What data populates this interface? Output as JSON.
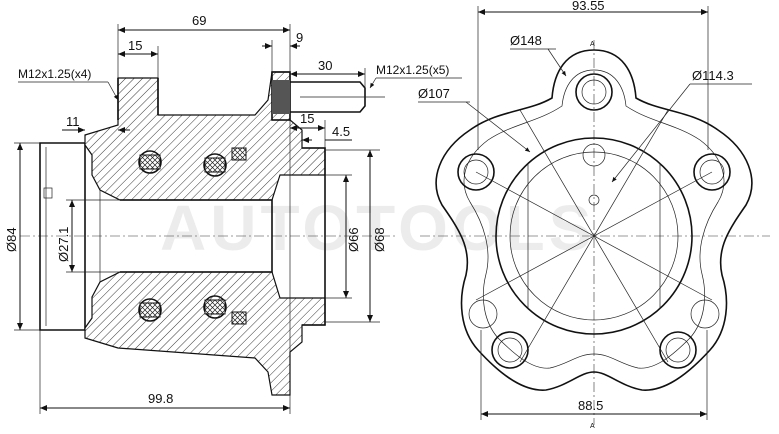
{
  "watermark": "AUTOTOOLS",
  "side_view": {
    "dim_69": "69",
    "dim_15": "15",
    "dim_9": "9",
    "dim_30": "30",
    "thread_left": "M12x1.25(x4)",
    "thread_right": "M12x1.25(x5)",
    "dim_11": "11",
    "dim_15b": "15",
    "dim_4_5": "4.5",
    "dia_84": "Ø84",
    "dia_27_1": "Ø27.1",
    "dia_66": "Ø66",
    "dia_68": "Ø68",
    "dim_99_8": "99.8"
  },
  "front_view": {
    "dim_93_55": "93.55",
    "dia_148": "Ø148",
    "dia_114_3": "Ø114.3",
    "dia_107": "Ø107",
    "dim_88_5": "88.5",
    "mark_top": "A",
    "mark_bottom": "A"
  }
}
